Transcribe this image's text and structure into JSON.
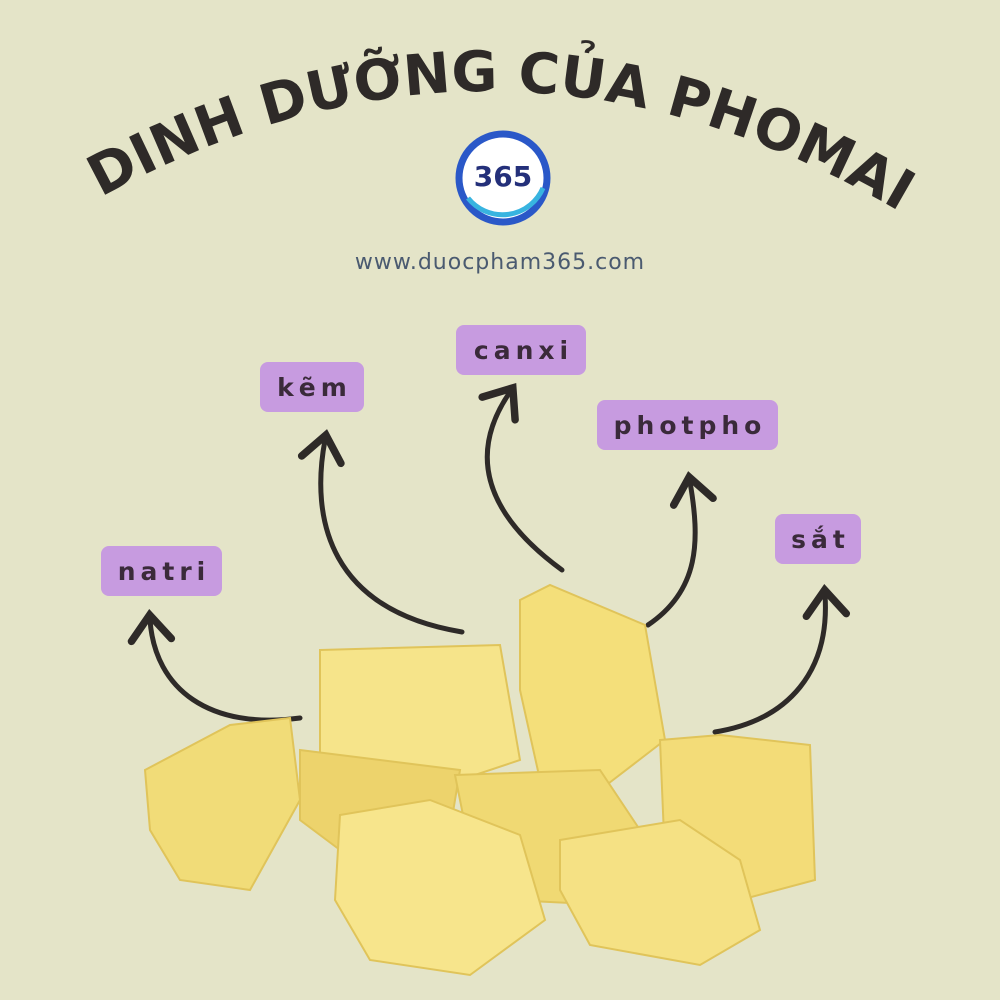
{
  "title": "DINH DƯỠNG CỦA PHOMAI",
  "logo": {
    "text": "365"
  },
  "website": "www.duocpham365.com",
  "nutrients": [
    "natri",
    "kẽm",
    "canxi",
    "photpho",
    "sắt"
  ],
  "colors": {
    "background": "#e4e4c8",
    "tag": "#c79be0",
    "title": "#2e2a28",
    "arrow": "#2e2a28",
    "cheese": "#f3df7c"
  }
}
